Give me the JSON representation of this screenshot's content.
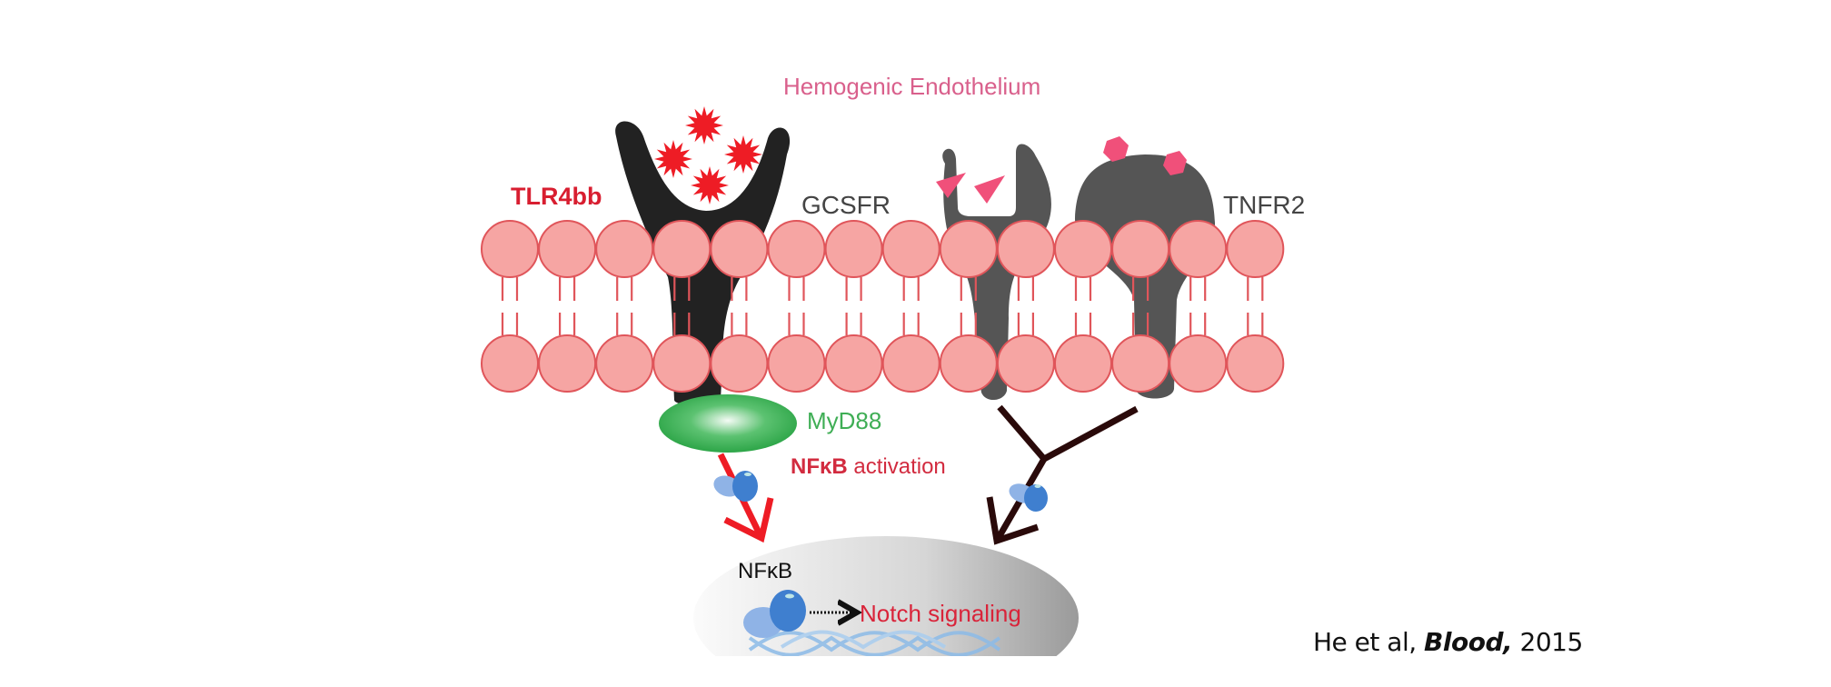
{
  "figure": {
    "title": "Hemogenic Endothelium",
    "receptors": [
      {
        "name": "TLR4bb",
        "ligand": "star"
      },
      {
        "name": "GCSFR",
        "ligand": "triangle"
      },
      {
        "name": "TNFR2",
        "ligand": "hexagon"
      }
    ],
    "adaptor": "MyD88",
    "activation_bold": "NFκB",
    "activation_rest": " activation",
    "nucleus": {
      "factor": "NFκB",
      "target": "Notch signaling"
    },
    "membrane": {
      "lipids_per_leaflet": 14
    },
    "colors": {
      "title": "#d9608c",
      "tlr4_label": "#d81e30",
      "receptor_tlr4": "#222222",
      "receptor_gray": "#555555",
      "lipid_fill": "#f6a5a3",
      "lipid_stroke": "#e0555a",
      "ligand_star": "#ee1c25",
      "ligand_pink": "#f0507a",
      "myd88": "#2fa84a",
      "myd88_label": "#3fae55",
      "arrow_red": "#ee1c25",
      "arrow_dark": "#2a0a0a",
      "nfkb_blue": "#3f7fcf",
      "nfkb_light": "#8fb3e6",
      "notch_label": "#d9243a",
      "activation_label": "#d22b3f"
    }
  },
  "citation": {
    "authors": "He et al, ",
    "journal": "Blood,",
    "year": " 2015"
  }
}
